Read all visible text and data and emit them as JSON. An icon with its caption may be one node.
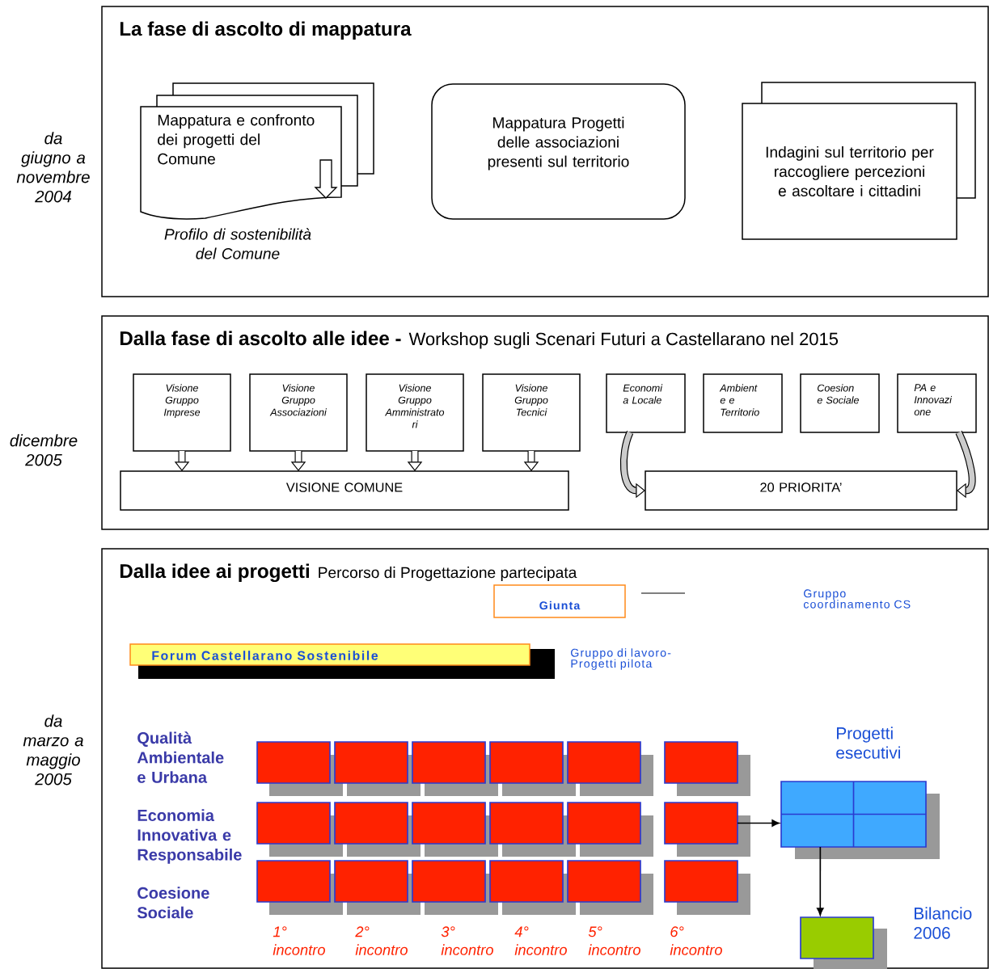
{
  "diagram": {
    "nodes": [
      {
        "text": [
          "La fase di ascolto di mappatura"
        ]
      },
      {
        "text": [
          "Mappatura e confronto dei progetti del Comune"
        ],
        "beside": [
          "Profilo di sostenibilità del Comune"
        ],
        "in": 0
      },
      {
        "text": [
          "Mappatura Progetti delle associazioni presenti sul territorio"
        ],
        "in": 0
      },
      {
        "text": [
          "Indagini sul territorio per raccogliere percezioni e ascoltare i cittadini"
        ],
        "in": 0
      },
      {
        "text": [
          "Dalla fase di ascolto alle idee -",
          "Workshop sugli Scenari Futuri a Castellarano nel 2015"
        ]
      },
      {
        "text": [
          "Visione Gruppo Imprese"
        ],
        "in": 4
      },
      {
        "text": [
          "Visione Gruppo Associazioni"
        ],
        "in": 4
      },
      {
        "text": [
          "Visione Gruppo Amministrato ri"
        ],
        "in": 4
      },
      {
        "text": [
          "Visione Gruppo Tecnici"
        ],
        "in": 4
      },
      {
        "text": [
          "VISIONE COMUNE"
        ],
        "in": 4
      },
      {
        "text": [
          "Economi a Locale"
        ],
        "in": 4
      },
      {
        "text": [
          "Ambient e e Territorio"
        ],
        "in": 4
      },
      {
        "text": [
          "Coesion e Sociale"
        ],
        "in": 4
      },
      {
        "text": [
          "PA e Innovazi one"
        ],
        "in": 4
      },
      {
        "text": [
          "20 PRIORITA’"
        ],
        "in": 4
      },
      {
        "text": [
          "Dalla idee ai progetti",
          "Percorso di Progettazione partecipata"
        ]
      },
      {
        "text": [
          "Giunta"
        ],
        "in": 15
      },
      {
        "text": [
          "Forum Castellarano Sostenibile"
        ],
        "in": 15
      },
      {
        "text": [],
        "shape": "box",
        "in": 15
      },
      {
        "text": [],
        "shape": "box",
        "in": 15
      },
      {
        "text": [],
        "shape": "box",
        "in": 15
      },
      {
        "text": [],
        "shape": "box",
        "in": 15
      },
      {
        "text": [],
        "shape": "box",
        "in": 15
      },
      {
        "text": [],
        "shape": "box",
        "in": 15
      },
      {
        "text": [],
        "shape": "box",
        "in": 15
      },
      {
        "text": [],
        "shape": "box",
        "in": 15
      },
      {
        "text": [],
        "shape": "box",
        "in": 15
      },
      {
        "text": [],
        "shape": "box",
        "in": 15
      },
      {
        "text": [],
        "shape": "box",
        "in": 15
      },
      {
        "text": [],
        "shape": "box",
        "in": 15
      },
      {
        "text": [],
        "shape": "box",
        "in": 15
      },
      {
        "text": [],
        "shape": "box",
        "in": 15
      },
      {
        "text": [],
        "shape": "box",
        "in": 15
      },
      {
        "text": [],
        "shape": "box",
        "in": 15
      },
      {
        "text": [],
        "shape": "box",
        "in": 15
      },
      {
        "text": [],
        "shape": "box",
        "in": 15
      },
      {
        "text": [],
        "shape": "box",
        "beside": [
          "Progetti esecutivi"
        ],
        "in": 15
      },
      {
        "text": [],
        "shape": "box",
        "beside": [
          "Bilancio 2006"
        ],
        "in": 15
      }
    ],
    "edges": [
      {
        "from": 5,
        "to": 9,
        "arrow": "to"
      },
      {
        "from": 6,
        "to": 9,
        "arrow": "to"
      },
      {
        "from": 7,
        "to": 9,
        "arrow": "to"
      },
      {
        "from": 8,
        "to": 9,
        "arrow": "to"
      },
      {
        "from": 10,
        "to": 14,
        "arrow": "to"
      },
      {
        "from": 13,
        "to": 14,
        "arrow": "to"
      },
      {
        "from": 29,
        "to": 36,
        "arrow": "to"
      },
      {
        "from": 36,
        "to": 37,
        "arrow": "to"
      }
    ],
    "labels": [
      "da giugno a novembre 2004",
      "dicembre 2005",
      "Gruppo coordinamento CS",
      "Gruppo di lavoro- Progetti pilota",
      "da marzo a maggio 2005",
      "Qualità Ambientale e Urbana",
      "Economia Innovativa e Responsabile",
      "Coesione Sociale",
      "1° incontro",
      "2° incontro",
      "3° incontro",
      "4° incontro",
      "5° incontro",
      "6° incontro"
    ]
  }
}
